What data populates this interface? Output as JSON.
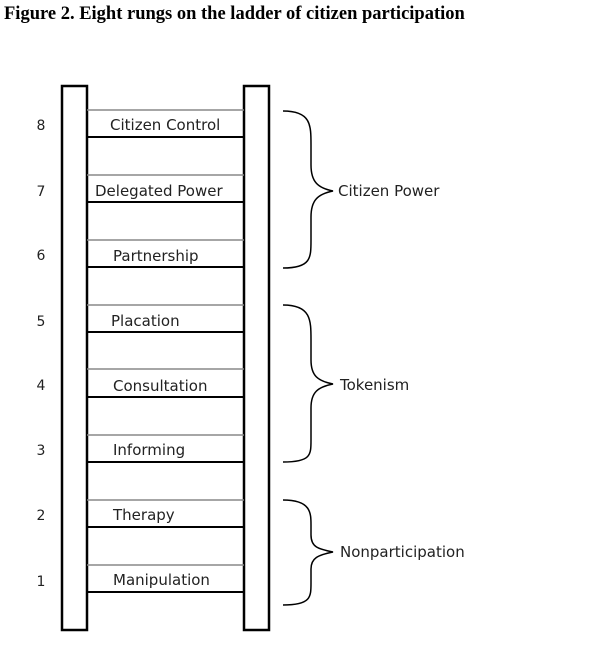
{
  "title": "Figure 2. Eight rungs on the ladder of citizen participation",
  "rungs": [
    {
      "number": "8",
      "label": "Citizen Control"
    },
    {
      "number": "7",
      "label": "Delegated Power"
    },
    {
      "number": "6",
      "label": "Partnership"
    },
    {
      "number": "5",
      "label": "Placation"
    },
    {
      "number": "4",
      "label": "Consultation"
    },
    {
      "number": "3",
      "label": "Informing"
    },
    {
      "number": "2",
      "label": "Therapy"
    },
    {
      "number": "1",
      "label": "Manipulation"
    }
  ],
  "groups": [
    {
      "label": "Citizen Power"
    },
    {
      "label": "Tokenism"
    },
    {
      "label": "Nonparticipation"
    }
  ]
}
